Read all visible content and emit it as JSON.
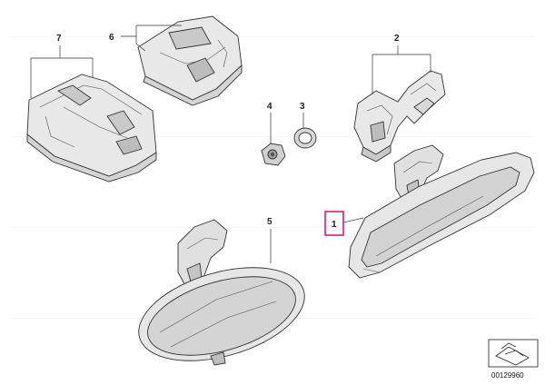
{
  "diagram": {
    "part_labels": [
      "1",
      "2",
      "3",
      "4",
      "5",
      "6",
      "7"
    ],
    "highlighted_label": "1",
    "highlight_color": "#e0197a",
    "line_color": "#333333",
    "part_fill": "#e8e8e8",
    "part_shade": "#c9c9c9",
    "drawing_number": "00129960"
  }
}
